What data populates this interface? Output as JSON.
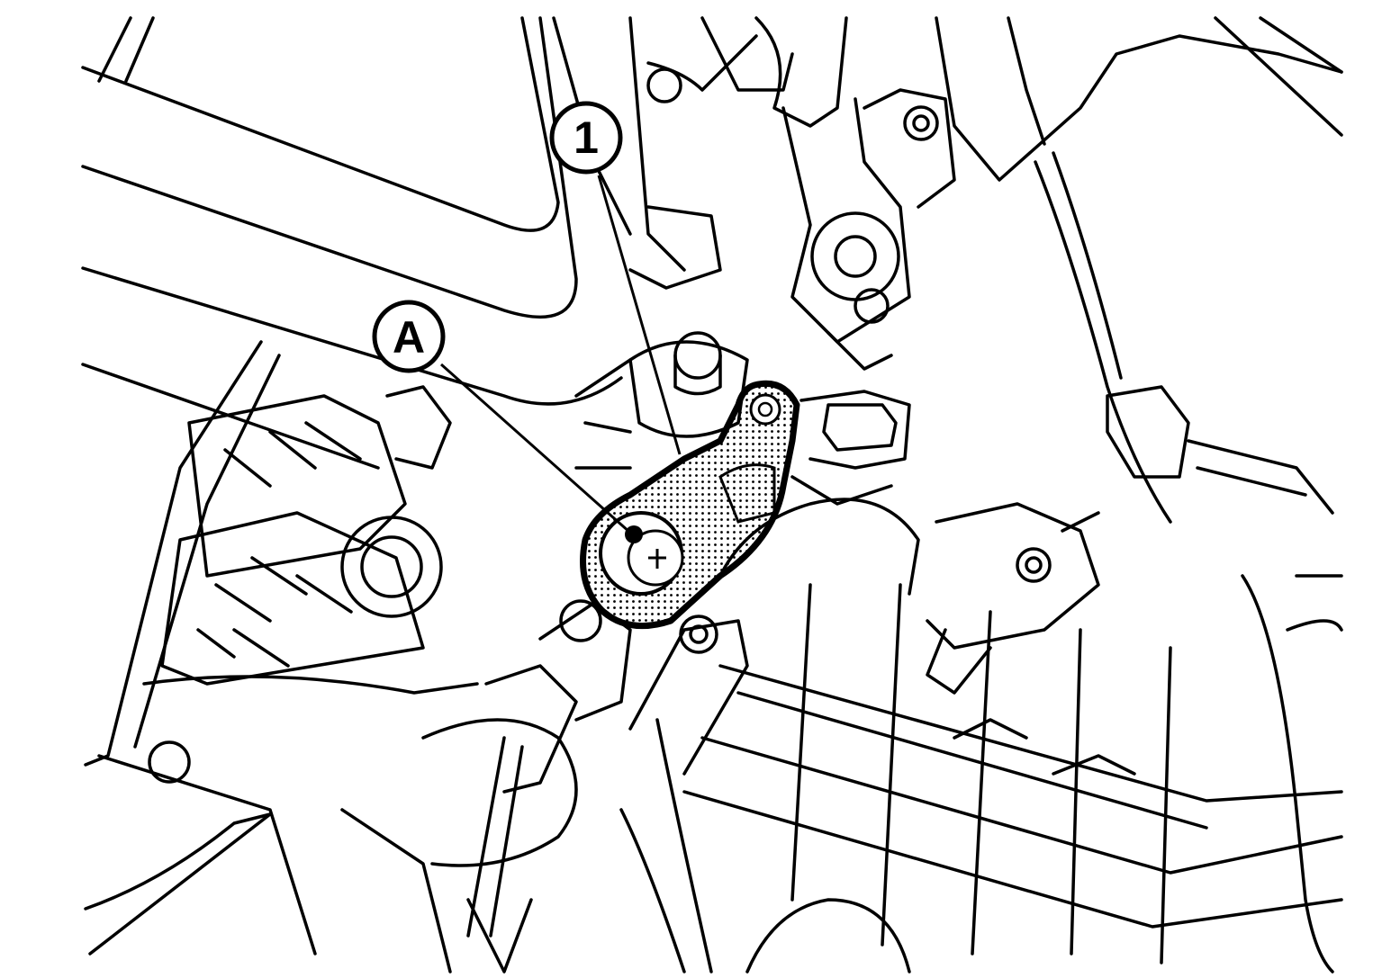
{
  "diagram": {
    "callouts": [
      {
        "id": "part-1",
        "label": "1"
      },
      {
        "id": "point-a",
        "label": "A"
      }
    ],
    "colors": {
      "line": "#000000",
      "background": "#ffffff",
      "highlight_fill": "#000000"
    }
  }
}
